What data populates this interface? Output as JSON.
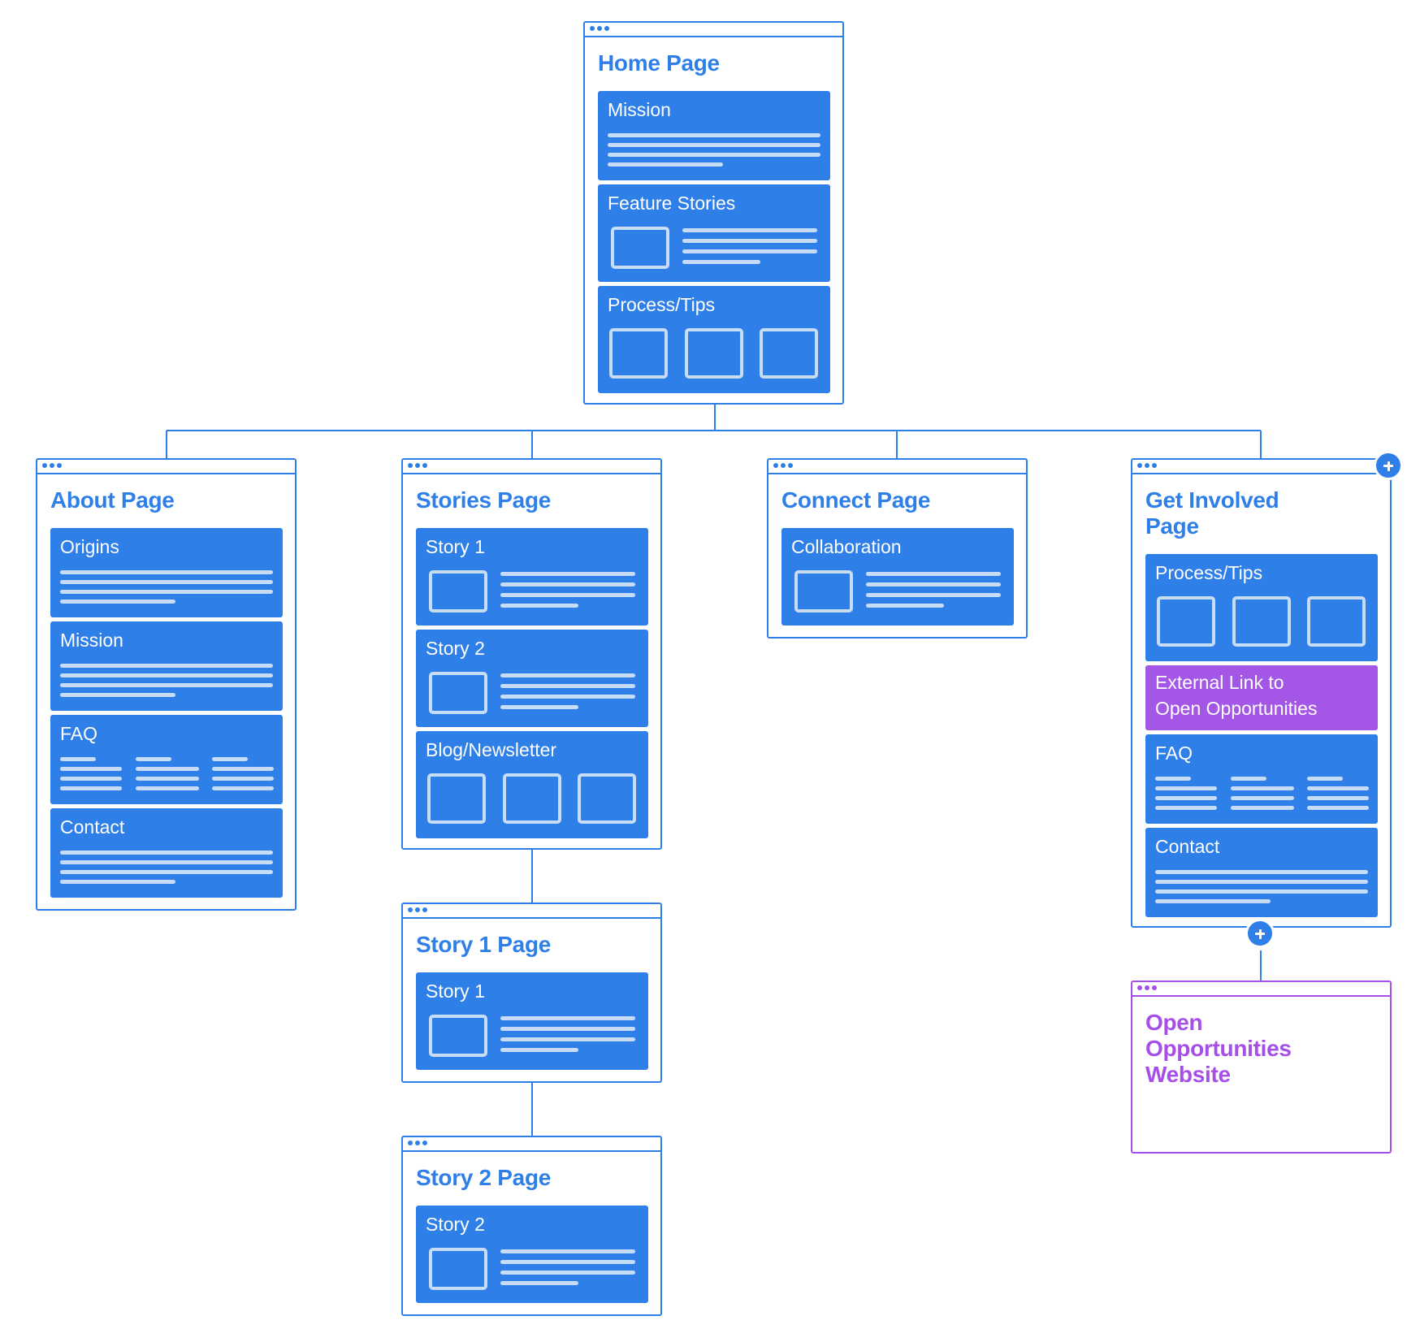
{
  "colors": {
    "primary": "#2f7fe9",
    "external": "#a64ee8",
    "placeholder": "#c7dcf7"
  },
  "pages": {
    "home": {
      "title": "Home Page",
      "mission": "Mission",
      "feature_stories": "Feature Stories",
      "process_tips": "Process/Tips"
    },
    "about": {
      "title": "About Page",
      "origins": "Origins",
      "mission": "Mission",
      "faq": "FAQ",
      "contact": "Contact"
    },
    "stories": {
      "title": "Stories Page",
      "story1": "Story 1",
      "story2": "Story 2",
      "blog": "Blog/Newsletter"
    },
    "connect": {
      "title": "Connect Page",
      "collaboration": "Collaboration"
    },
    "get_involved": {
      "title_line1": "Get Involved",
      "title_line2": "Page",
      "process_tips": "Process/Tips",
      "external_link_line1": "External Link to",
      "external_link_line2": "Open Opportunities",
      "faq": "FAQ",
      "contact": "Contact"
    },
    "story1_page": {
      "title": "Story 1 Page",
      "story": "Story 1"
    },
    "story2_page": {
      "title": "Story 2 Page",
      "story": "Story 2"
    },
    "open_opps": {
      "title_line1": "Open",
      "title_line2": "Opportunities",
      "title_line3": "Website"
    }
  },
  "icons": {
    "add": "plus-circle-icon",
    "window": "window-dots-icon"
  }
}
